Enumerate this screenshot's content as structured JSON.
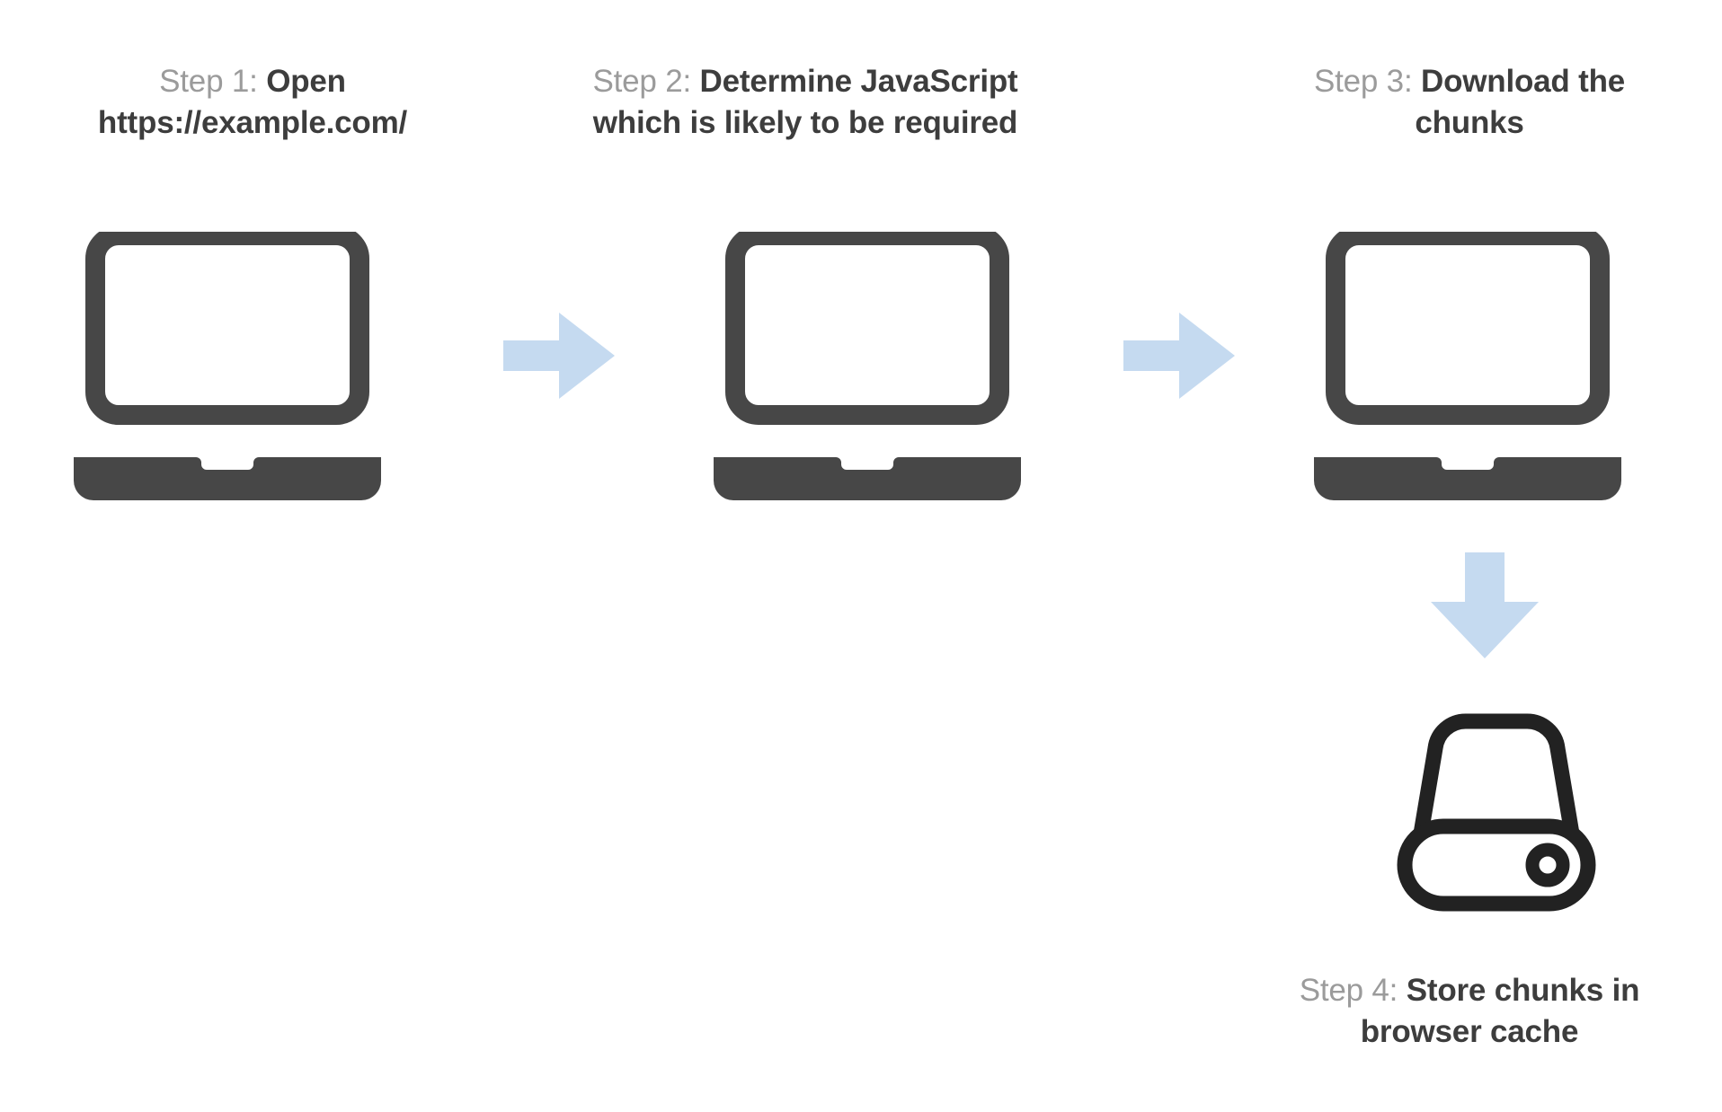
{
  "theme": {
    "background": "#ffffff",
    "device_stroke": "#474747",
    "disk_stroke": "#222222",
    "arrow_fill": "#c5daf0",
    "label_gray": "#9b9b9b",
    "title_dark": "#3d3d3d"
  },
  "diagram": {
    "type": "flow",
    "title": "",
    "steps": [
      {
        "id": "step-1",
        "label": "Step 1: ",
        "title": "Open https://example.com/",
        "icon": "laptop-icon"
      },
      {
        "id": "step-2",
        "label": "Step 2: ",
        "title": "Determine JavaScript which is likely to be required",
        "icon": "laptop-icon"
      },
      {
        "id": "step-3",
        "label": "Step 3: ",
        "title": "Download the chunks",
        "icon": "laptop-icon"
      },
      {
        "id": "step-4",
        "label": "Step 4: ",
        "title": "Store chunks in browser cache",
        "icon": "disk-drive-icon"
      }
    ],
    "connectors": [
      {
        "id": "arrow-1",
        "from": "step-1",
        "to": "step-2",
        "direction": "right"
      },
      {
        "id": "arrow-2",
        "from": "step-2",
        "to": "step-3",
        "direction": "right"
      },
      {
        "id": "arrow-down",
        "from": "step-3",
        "to": "step-4",
        "direction": "down"
      }
    ]
  }
}
